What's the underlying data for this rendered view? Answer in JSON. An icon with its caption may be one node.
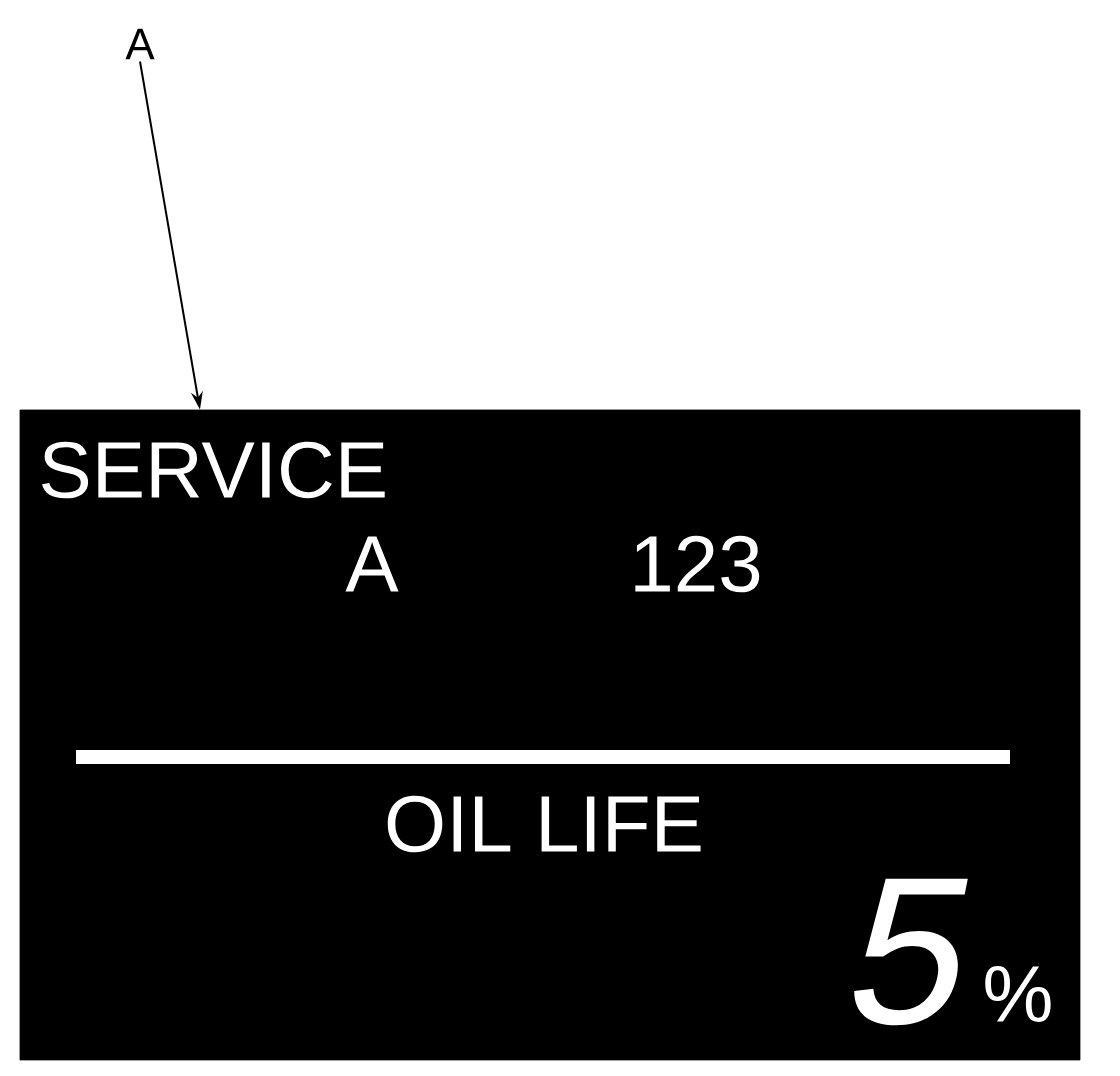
{
  "diagram": {
    "nodes": [
      {
        "text": [
          "A"
        ]
      },
      {
        "text": [
          "SERVICE",
          "A",
          "123",
          "OIL LIFE",
          "5",
          "%"
        ]
      }
    ],
    "edges": [
      {
        "from": 0,
        "to": 1,
        "arrow": "to"
      }
    ]
  }
}
